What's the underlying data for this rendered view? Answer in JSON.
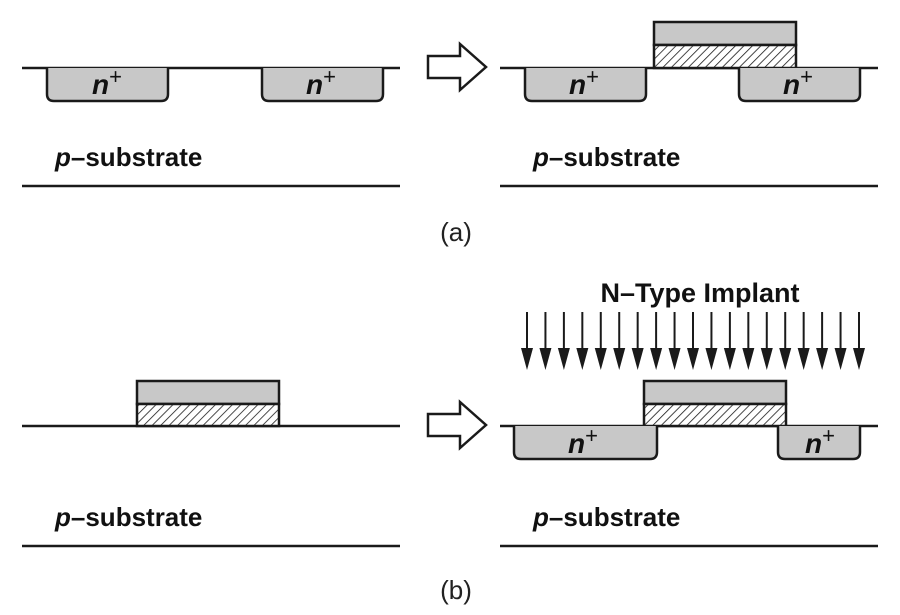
{
  "labels": {
    "n_plus_base": "n",
    "n_plus_sup": "+",
    "substrate_p": "p",
    "substrate_rest": "–substrate",
    "implant_title": "N–Type Implant"
  },
  "captions": {
    "a": "(a)",
    "b": "(b)"
  },
  "colors": {
    "region_fill": "#c8c8c8",
    "stroke": "#1a1a1a",
    "arrow_fill": "#ffffff"
  },
  "icons": {
    "process_arrow": "hollow-right-arrow-icon",
    "implant_arrow": "down-arrow-icon"
  }
}
